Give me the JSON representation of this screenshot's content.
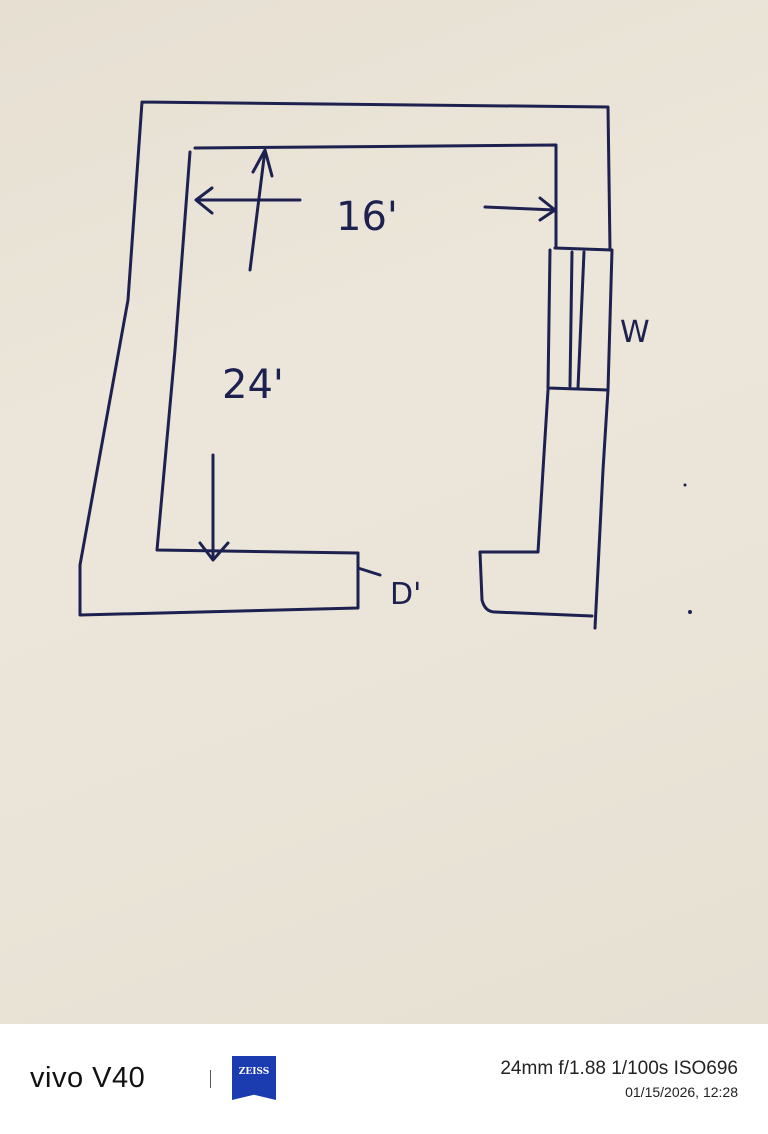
{
  "drawing": {
    "title": "Hand-drawn room floor plan",
    "labels": {
      "width": "16'",
      "length": "24'",
      "window": "W",
      "door": "D'"
    }
  },
  "footer": {
    "brand": "vivo V40",
    "lens_logo": "ZEISS",
    "exif": "24mm  f/1.88  1/100s  ISO696",
    "datetime": "01/15/2026, 12:28"
  }
}
